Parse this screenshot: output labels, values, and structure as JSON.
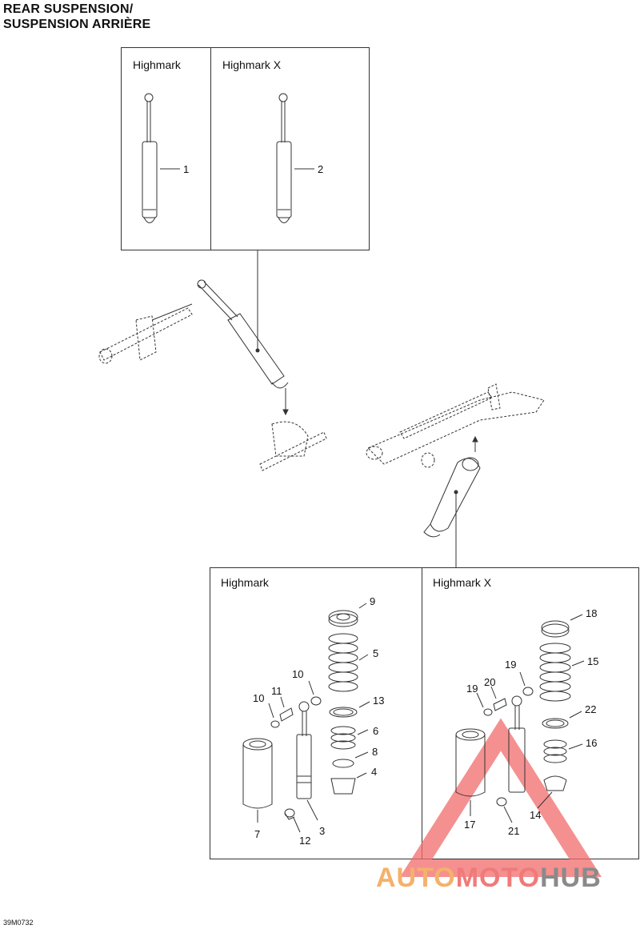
{
  "title": {
    "line1": "REAR SUSPENSION/",
    "line2": "SUSPENSION ARRIÈRE"
  },
  "top_panels": {
    "left_label": "Highmark",
    "right_label": "Highmark X"
  },
  "bottom_panels": {
    "left_label": "Highmark",
    "right_label": "Highmark X"
  },
  "callouts": {
    "c1": "1",
    "c2": "2",
    "c9": "9",
    "c5": "5",
    "c10a": "10",
    "c11": "11",
    "c10b": "10",
    "c13": "13",
    "c6": "6",
    "c8": "8",
    "c4": "4",
    "c7": "7",
    "c12": "12",
    "c3": "3",
    "c18": "18",
    "c15": "15",
    "c19a": "19",
    "c20": "20",
    "c19b": "19",
    "c22": "22",
    "c16": "16",
    "c14": "14",
    "c17": "17",
    "c21": "21"
  },
  "diagram_code": "39M0732",
  "watermark": {
    "part1": "AUTO",
    "part2": "MOTO",
    "part3": "HUB"
  },
  "colors": {
    "line": "#333333",
    "watermark_triangle": "#f26b6b",
    "watermark_orange": "#f4b16b"
  }
}
